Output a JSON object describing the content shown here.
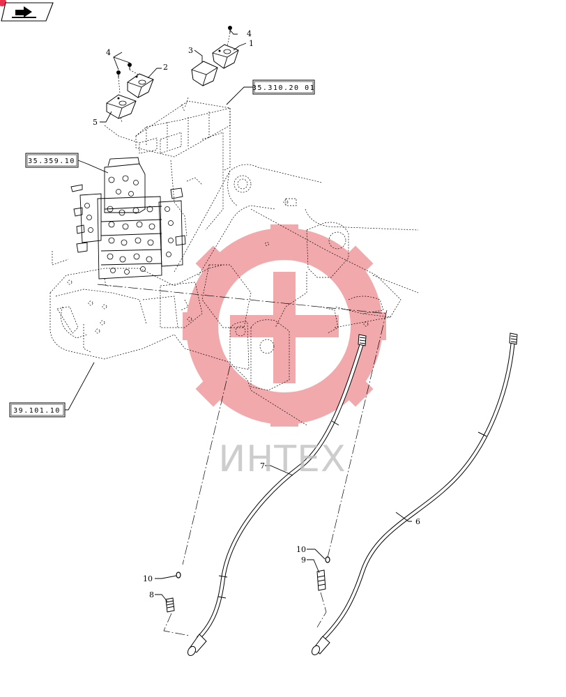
{
  "nav_icon": "back-arrow-icon",
  "watermark": {
    "text": "ИНТЕХ",
    "emblem_color": "#e8646a",
    "text_color": "#bdbdbd"
  },
  "references": {
    "ref_a": "35.310.20 01",
    "ref_b": "35.359.10",
    "ref_c": "39.101.10"
  },
  "callouts": {
    "c1": "1",
    "c2": "2",
    "c3": "3",
    "c4a": "4",
    "c4b": "4",
    "c5": "5",
    "c6": "6",
    "c7": "7",
    "c8": "8",
    "c9": "9",
    "c10a": "10",
    "c10b": "10"
  }
}
